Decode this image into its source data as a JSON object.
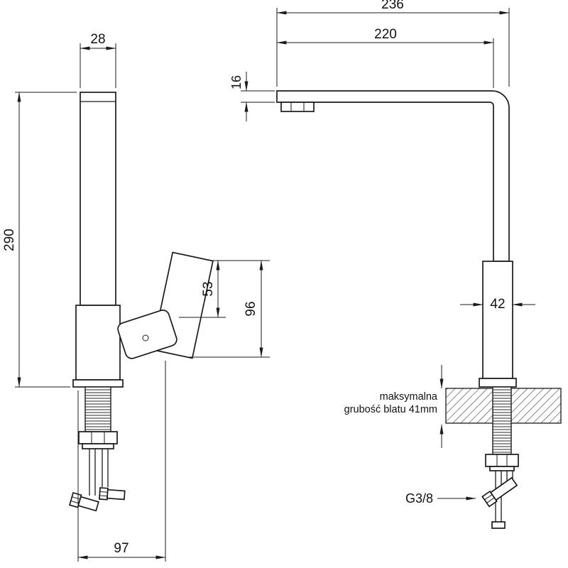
{
  "drawing": {
    "subject": "Kitchen faucet technical dimension drawing",
    "views": {
      "left": "side view",
      "right": "front view"
    },
    "dimensions": {
      "d236": "236",
      "d220": "220",
      "d16": "16",
      "d28": "28",
      "d290": "290",
      "d53": "53",
      "d96": "96",
      "d42": "42",
      "d97": "97",
      "thread": "G3/8"
    },
    "note": {
      "line1": "maksymalna",
      "line2": "grubość blatu 41mm"
    },
    "colors": {
      "line": "#1a1a1a",
      "background": "#ffffff"
    }
  }
}
